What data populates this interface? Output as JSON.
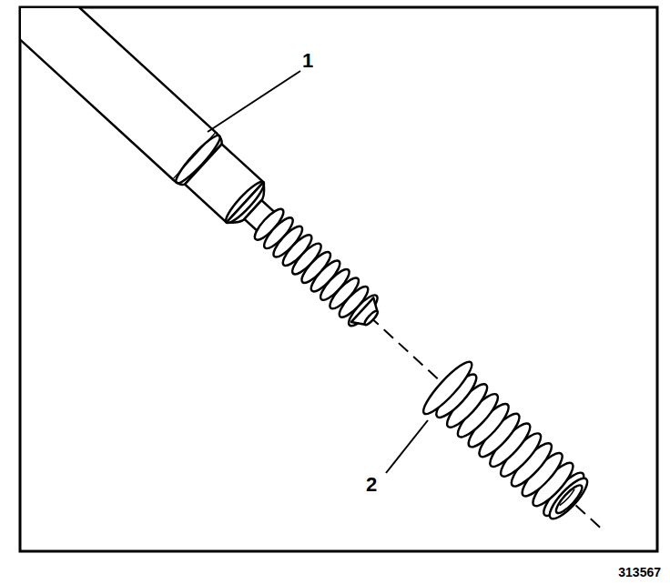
{
  "diagram": {
    "labels": [
      "1",
      "2",
      "313567"
    ]
  }
}
